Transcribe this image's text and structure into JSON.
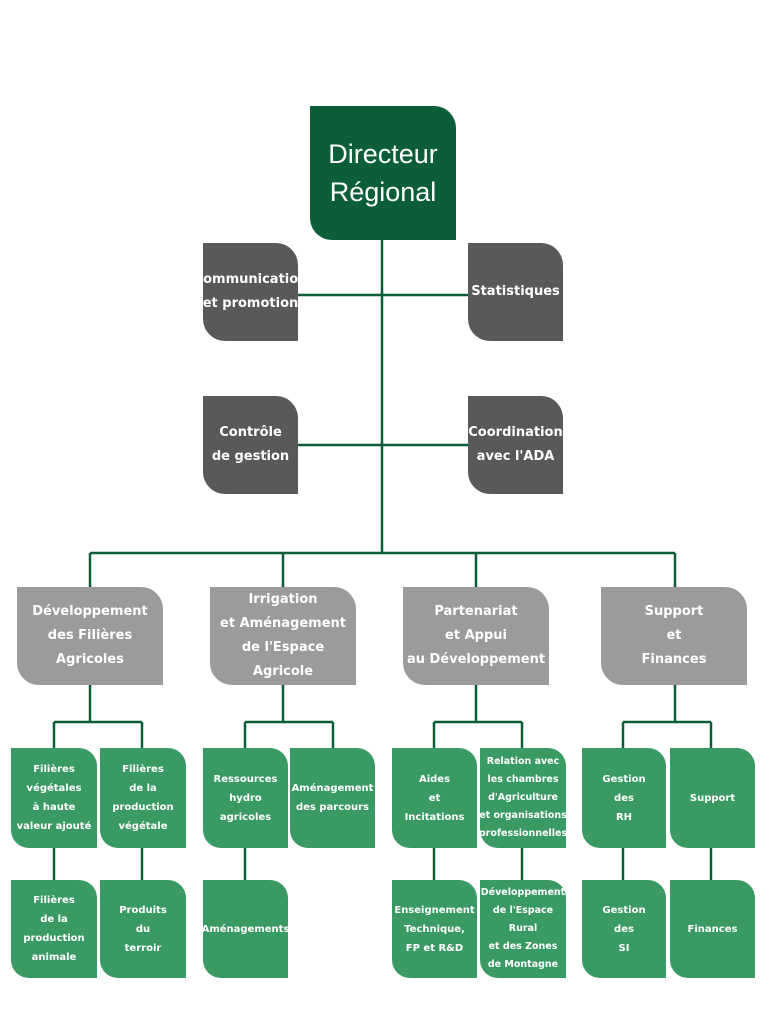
{
  "director": {
    "label": "Directeur\nRégional"
  },
  "staff": {
    "communication": "Communication\net promotion",
    "statistics": "Statistiques",
    "control": "Contrôle\nde gestion",
    "coordination": "Coordination\navec l'ADA"
  },
  "divisions": [
    {
      "label": "Développement\ndes Filières\nAgricoles"
    },
    {
      "label": "Irrigation\net Aménagement\nde l'Espace Agricole"
    },
    {
      "label": "Partenariat\net Appui\nau Développement"
    },
    {
      "label": "Support\net\nFinances"
    }
  ],
  "services": {
    "d1_a": "Filières\nvégétales\nà haute\nvaleur ajouté",
    "d1_b": "Filières\nde la\nproduction\nvégétale",
    "d1_c": "Filières\nde la\nproduction\nanimale",
    "d1_d": "Produits\ndu\nterroir",
    "d2_a": "Ressources\nhydro\nagricoles",
    "d2_b": "Aménagement\ndes parcours",
    "d2_c": "Aménagements",
    "d3_a": "Aides\net\nIncitations",
    "d3_b": "Relation avec\nles chambres\nd'Agriculture\net organisations\nprofessionnelles",
    "d3_c": "Enseignement\nTechnique,\nFP et R&D",
    "d3_d": "Développement\nde l'Espace Rural\net des Zones\nde Montagne",
    "d4_a": "Gestion\ndes\nRH",
    "d4_b": "Support",
    "d4_c": "Gestion\ndes\nSI",
    "d4_d": "Finances"
  },
  "colors": {
    "director": "#0b5e38",
    "staff": "#595959",
    "division": "#9b9b9b",
    "service": "#3a9a63",
    "connector": "#0b5e38"
  }
}
